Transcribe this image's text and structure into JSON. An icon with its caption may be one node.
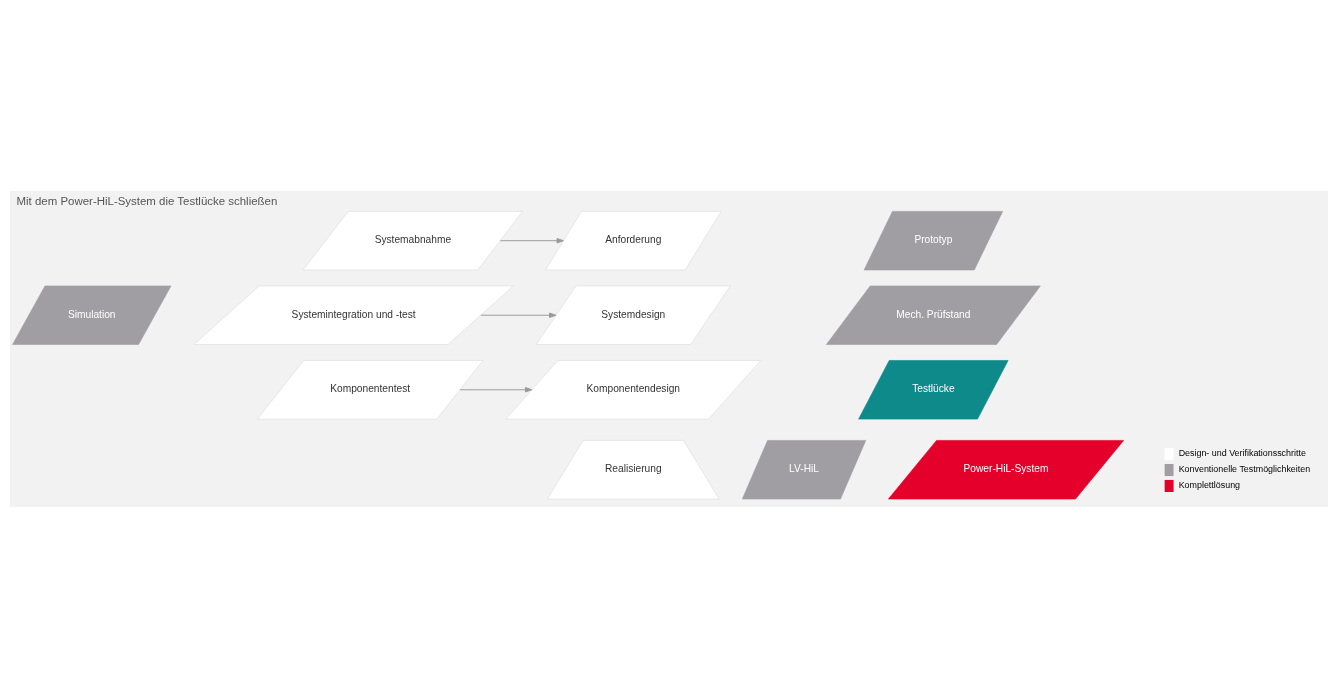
{
  "diagram": {
    "title": "Mit dem Power-HiL-System die Testlücke schließen",
    "nodes": [
      {
        "text": [
          "Anforderung"
        ]
      },
      {
        "text": [
          "Systemdesign"
        ]
      },
      {
        "text": [
          "Komponentendesign"
        ]
      },
      {
        "text": [
          "Realisierung"
        ]
      },
      {
        "text": [
          "Systemabnahme"
        ]
      },
      {
        "text": [
          "Systemintegration und -test"
        ]
      },
      {
        "text": [
          "Komponententest"
        ]
      },
      {
        "text": [
          "Prototyp"
        ]
      },
      {
        "text": [
          "Mech. Prüfstand"
        ]
      },
      {
        "text": [
          "Testlücke"
        ]
      },
      {
        "text": [
          "LV-HiL"
        ]
      },
      {
        "text": [
          "Power-HiL-System"
        ]
      },
      {
        "text": [
          "Simulation"
        ]
      }
    ],
    "edges": [
      {
        "from": 4,
        "to": 0,
        "arrow": "to"
      },
      {
        "from": 5,
        "to": 1,
        "arrow": "to"
      },
      {
        "from": 6,
        "to": 2,
        "arrow": "to"
      }
    ],
    "legend": [
      {
        "text": "Design- und Verifikationsschritte",
        "color": "#ffffff"
      },
      {
        "text": "Konventionelle Testmöglichkeiten",
        "color": "#a09ea3"
      },
      {
        "text": "Komplettlösung",
        "color": "#e4002b"
      }
    ]
  }
}
